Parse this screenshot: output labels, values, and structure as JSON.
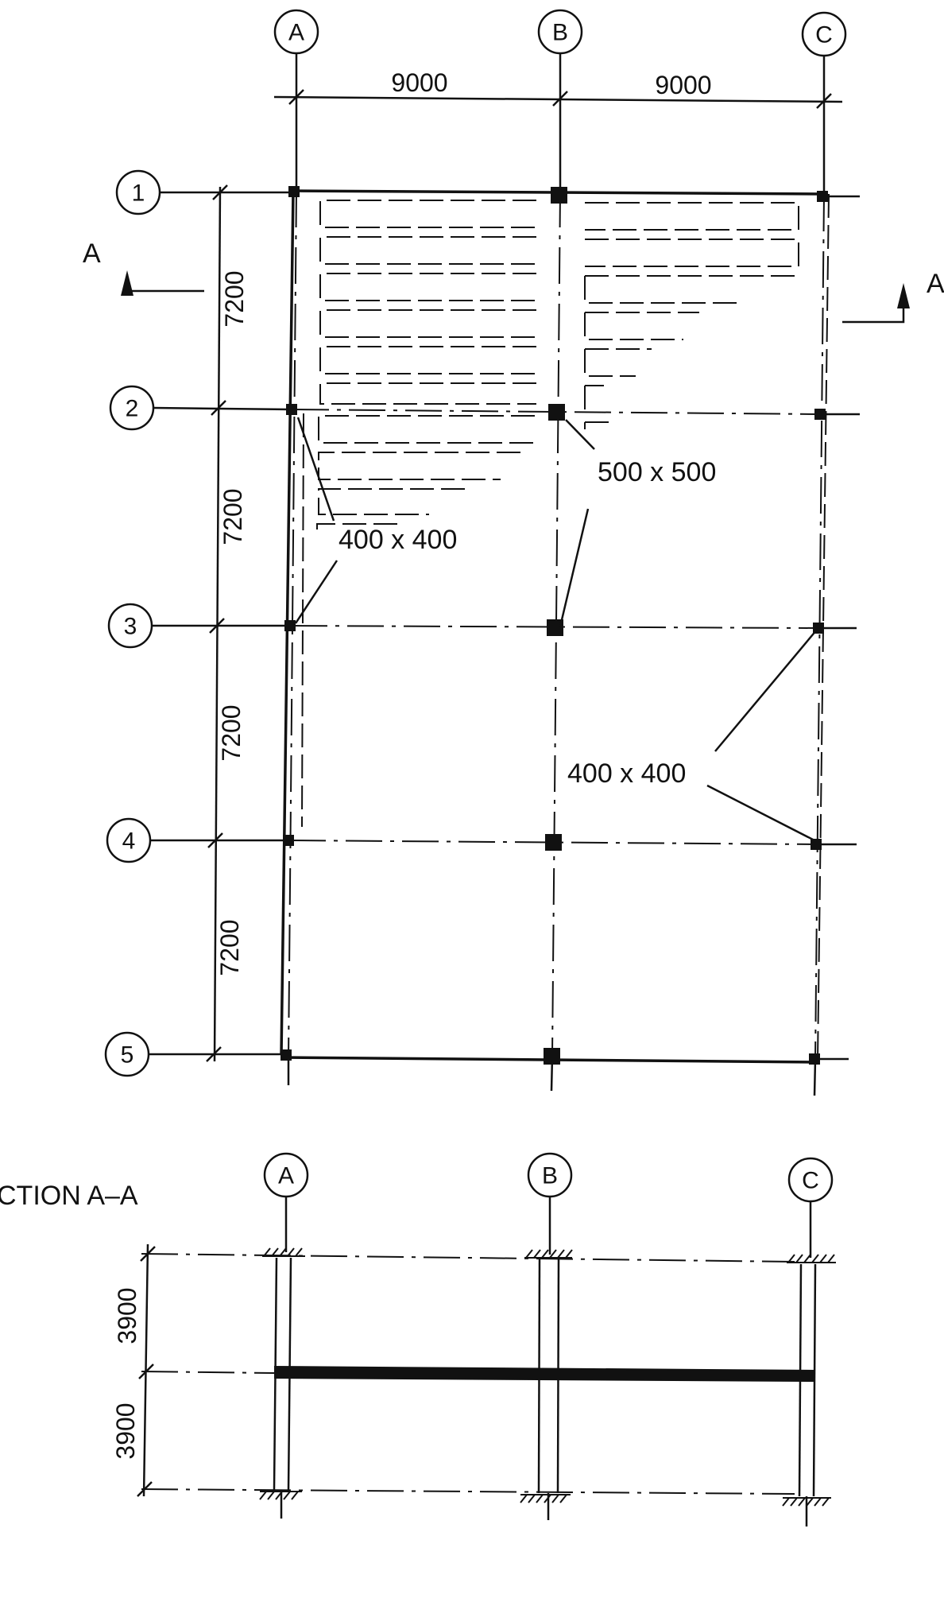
{
  "plan": {
    "grid_columns": [
      "A",
      "B",
      "C"
    ],
    "grid_rows": [
      "1",
      "2",
      "3",
      "4",
      "5"
    ],
    "span_dims": [
      "9000",
      "9000"
    ],
    "bay_dims": [
      "7200",
      "7200",
      "7200",
      "7200"
    ],
    "section_marker": "A",
    "labels": {
      "interior_col": "500 x 500",
      "edge_col_left": "400 x 400",
      "edge_col_right": "400 x 400"
    }
  },
  "section": {
    "title": "CTION A–A",
    "grid_columns": [
      "A",
      "B",
      "C"
    ],
    "storey_dims": [
      "3900",
      "3900"
    ]
  }
}
